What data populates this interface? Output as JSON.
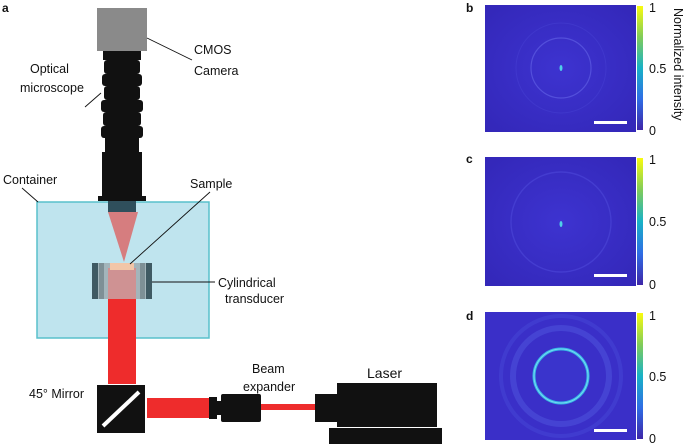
{
  "panels": {
    "a": "a",
    "b": "b",
    "c": "c",
    "d": "d"
  },
  "labels": {
    "camera": [
      "CMOS",
      "Camera"
    ],
    "microscope": [
      "Optical",
      "microscope"
    ],
    "container": "Container",
    "sample": "Sample",
    "transducer": [
      "Cylindrical",
      "transducer"
    ],
    "beam_expander": [
      "Beam",
      "expander"
    ],
    "laser": "Laser",
    "mirror": "45° Mirror"
  },
  "colorbar": {
    "title": "Normalized intensity",
    "ticks": [
      "1",
      "0.5",
      "0"
    ]
  },
  "colors": {
    "laser_beam": "#ee2c2c",
    "container_fill": "#bfe4ee",
    "container_border": "#58c0cc",
    "image_bg": "#3b2fc4",
    "camera": "#8a8a8a"
  }
}
